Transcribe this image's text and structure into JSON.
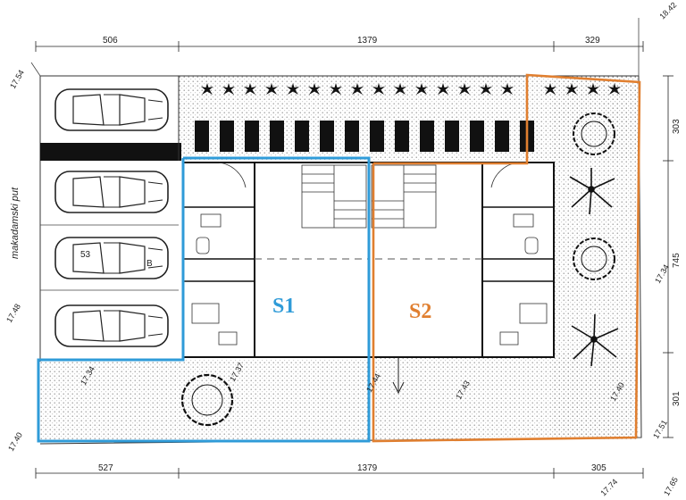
{
  "dimensions": {
    "top_left": "506",
    "top_mid": "1379",
    "top_right": "329",
    "bottom_left": "527",
    "bottom_mid": "1379",
    "bottom_right": "305",
    "right_top": "303",
    "right_mid": "745",
    "right_bottom": "301"
  },
  "road_label": "makadamski put",
  "units": [
    {
      "label": "S1",
      "color": "#2f9bd8"
    },
    {
      "label": "S2",
      "color": "#e07f30"
    }
  ],
  "elevations": {
    "top_right": "18.42",
    "left_top": "17.54",
    "left_mid": "17.48",
    "bottom_left": "17.40",
    "yard_s1_a": "17.34",
    "yard_s1_b": "17.37",
    "yard_s1_c": "17.44",
    "yard_s2_a": "17.43",
    "yard_s2_b": "17.40",
    "right_mid": "17.34",
    "bottom_right": "17.51",
    "bottom_right_corner": "17.74",
    "corner_far": "17.65"
  },
  "parking_labels": [
    "53",
    "B"
  ],
  "colors": {
    "s1_outline": "#2f9bd8",
    "s2_outline": "#e07f30",
    "linework": "#111111",
    "stipple": "#9a9a9a"
  }
}
